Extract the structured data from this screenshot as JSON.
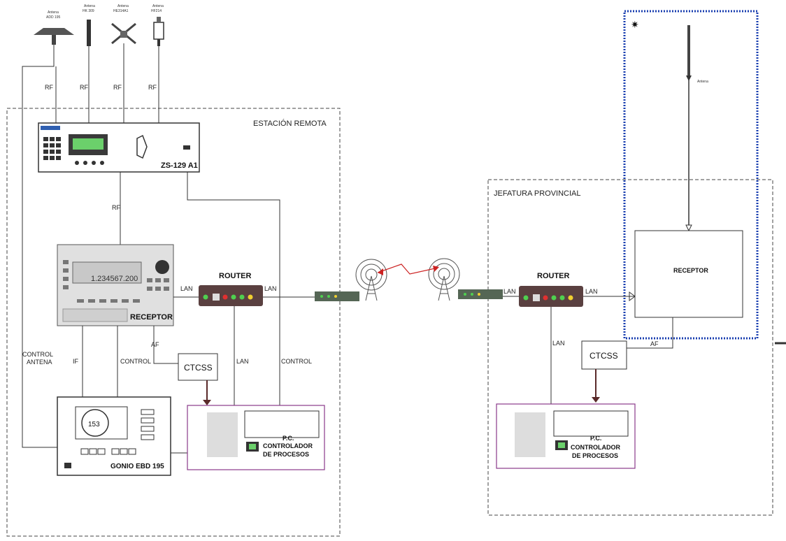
{
  "antennas": [
    {
      "label_line1": "Antena",
      "label_line2": "ADD 195"
    },
    {
      "label_line1": "Antena",
      "label_line2": "HK 309"
    },
    {
      "label_line1": "Antena",
      "label_line2": "HE314A1"
    },
    {
      "label_line1": "Antena",
      "label_line2": "HF214"
    }
  ],
  "link_labels": {
    "rf": "RF",
    "lan": "LAN",
    "if": "IF",
    "af": "AF",
    "control": "CONTROL",
    "control_antena_1": "CONTROL",
    "control_antena_2": "ANTENA"
  },
  "remote_station": {
    "title": "ESTACIÓN REMOTA",
    "switch_model": "ZS-129 A1",
    "receiver": "RECEPTOR",
    "receiver_display": "1.234567.200",
    "router": "ROUTER",
    "ctcss": "CTCSS",
    "gonio": "GONIO EBD 195",
    "gonio_display": "153",
    "pc_line1": "P.C.",
    "pc_line2": "CONTROLADOR",
    "pc_line3": "DE PROCESOS"
  },
  "provincial": {
    "title": "JEFATURA PROVINCIAL",
    "router": "ROUTER",
    "receptor": "RECEPTOR",
    "antenna_label": "Antena",
    "ctcss": "CTCSS",
    "pc_line1": "P.C.",
    "pc_line2": "CONTROLADOR",
    "pc_line3": "DE PROCESOS"
  },
  "colors": {
    "line": "#333333",
    "dashed_box": "#444444",
    "dotted_blue": "#1a3fb0",
    "radio_link": "#cc2222",
    "router_body": "#5a4040",
    "led_green": "#4fd04f",
    "led_red": "#e03030",
    "led_yellow": "#f0d030",
    "ctcss_arrow": "#5a2a2a"
  }
}
